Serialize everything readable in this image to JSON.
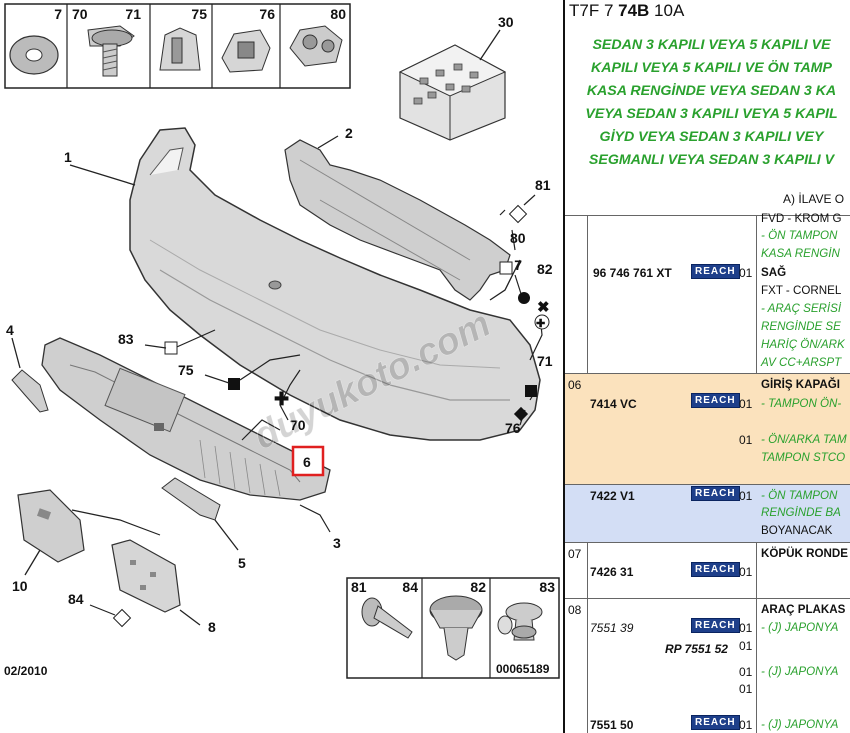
{
  "diagram": {
    "inset_labels": [
      "7",
      "70",
      "71",
      "75",
      "76",
      "80"
    ],
    "kit_labels": [
      "81",
      "84",
      "82",
      "83"
    ],
    "part_labels": [
      "1",
      "2",
      "3",
      "4",
      "5",
      "6",
      "7",
      "8",
      "10",
      "30",
      "70",
      "71",
      "75",
      "76",
      "80",
      "81",
      "82",
      "83",
      "84"
    ],
    "date_code": "02/2010",
    "figure_code": "00065189",
    "watermark": "duyukoto.com",
    "highlight_color": "#e02020"
  },
  "right": {
    "header_prefix": "T7F 7 ",
    "header_bold": "74B",
    "header_suffix": " 10A",
    "green_lines": [
      "SEDAN 3 KAPILI VEYA 5 KAPILI VE",
      "KAPILI VEYA 5 KAPILI VE ÖN TAMP",
      "KASA RENGİNDE VEYA SEDAN 3 KA",
      "VEYA SEDAN 3 KAPILI VEYA 5 KAPIL",
      "GİYD VEYA SEDAN 3 KAPILI VEY",
      "SEGMANLI VEYA SEDAN 3 KAPILI V"
    ],
    "section_label": "A) İLAVE O",
    "reach": "REACH",
    "rows": {
      "r0": {
        "part": "96 746 761 XT",
        "qty": "01",
        "d0": "FVD - KROM G",
        "d1": "- ÖN TAMPON",
        "d2": "KASA RENGİN",
        "d3": "SAĞ",
        "d4": "FXT - CORNEL",
        "d5": "- ARAÇ SERİSİ",
        "d6": "RENGİNDE SE",
        "d7": "HARİÇ ÖN/ARK",
        "d8": "AV CC+ARSPT"
      },
      "r1": {
        "no": "06",
        "part": "7414 VC",
        "qty1": "01",
        "qty2": "01",
        "d0": "GİRİŞ KAPAĞI",
        "d1": "- TAMPON ÖN-",
        "d2": "- ÖN/ARKA TAM",
        "d3": "TAMPON STCO"
      },
      "r2": {
        "part": "7422 V1",
        "qty": "01",
        "d0": "- ÖN TAMPON",
        "d1": "RENGİNDE BA",
        "d2": "BOYANACAK"
      },
      "r3": {
        "no": "07",
        "part": "7426 31",
        "qty": "01",
        "d0": "KÖPÜK RONDE"
      },
      "r4": {
        "no": "08",
        "part1": "7551 39",
        "part2": "RP 7551 52",
        "q1": "01",
        "q2": "01",
        "q3": "01",
        "q4": "01",
        "d0": "ARAÇ PLAKAS",
        "d1": "- (J) JAPONYA",
        "d2": "- (J) JAPONYA"
      },
      "r5": {
        "part": "7551 50",
        "qty": "01",
        "d0": "- (J) JAPONYA"
      }
    }
  }
}
